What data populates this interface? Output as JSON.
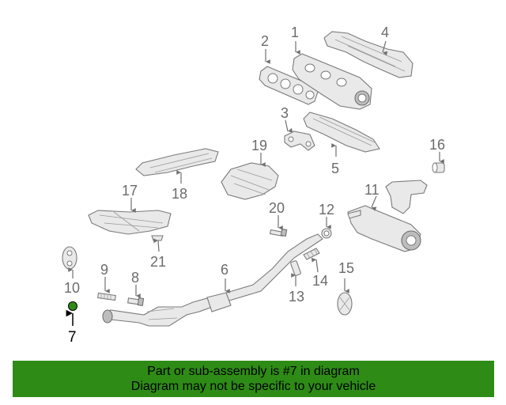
{
  "diagram": {
    "callouts": [
      "1",
      "2",
      "3",
      "4",
      "5",
      "6",
      "7",
      "8",
      "9",
      "10",
      "11",
      "12",
      "13",
      "14",
      "15",
      "16",
      "17",
      "18",
      "19",
      "20",
      "21"
    ],
    "highlight_color": "#2e8b16"
  },
  "banner": {
    "line1": "Part or sub-assembly is #7 in diagram",
    "line2": "Diagram may not be specific to your vehicle",
    "background": "#2e8b16"
  }
}
